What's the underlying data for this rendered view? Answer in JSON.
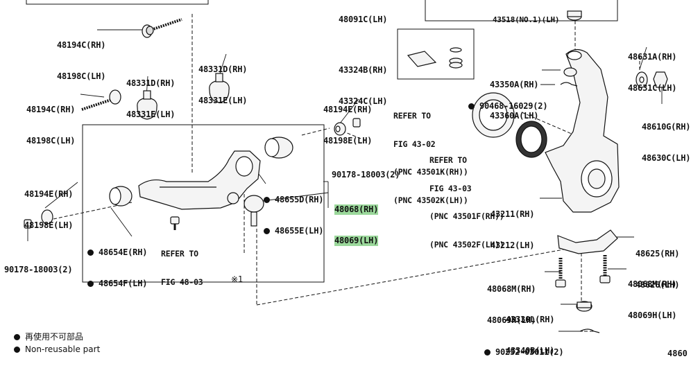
{
  "labels": {
    "l48194c": [
      "48194C(RH)",
      "48198C(LH)"
    ],
    "l48331d_top": [
      "48331D(RH)",
      "48331E(LH)"
    ],
    "l48331d_mid": [
      "48331D(RH)",
      "48331E(LH)"
    ],
    "l48194c_b": [
      "48194C(RH)",
      "48198C(LH)"
    ],
    "l43324b": [
      "43324B(RH)",
      "43324C(LH)"
    ],
    "l48194e_r": [
      "48194E(RH)",
      "48198E(LH)"
    ],
    "l90178_r": "90178-18003(2)",
    "l48194e_l": [
      "48194E(RH)",
      "48198E(LH)"
    ],
    "l48655d": [
      "48655D(RH)",
      "48655E(LH)"
    ],
    "l48068": [
      "48068(RH)",
      "48069(LH)"
    ],
    "l48654e": [
      "48654E(RH)",
      "48654F(LH)"
    ],
    "l90178_l": "90178-18003(2)",
    "ref_48": [
      "REFER TO",
      "FIG 48-03"
    ],
    "note_x1": "※1",
    "ref_43_02": [
      "REFER TO",
      "FIG 43-02",
      "(PNC 43501K(RH))",
      "(PNC 43502K(LH))"
    ],
    "ref_43_03": [
      "REFER TO",
      "FIG 43-03",
      "(PNC 43501F(RH))",
      "(PNC 43502F(LH))"
    ],
    "l43350a": [
      "43350A(RH)",
      "43360A(LH)"
    ],
    "l90468": "90468-16029(2)",
    "l48631a": [
      "48631A(RH)",
      "48631C(LH)"
    ],
    "l48610g": [
      "48610G(RH)",
      "48630C(LH)"
    ],
    "l43211": [
      "43211(RH)",
      "43212(LH)"
    ],
    "l48625": [
      "48625(RH)",
      "48626(LH)"
    ],
    "l48068m_l": [
      "48068M(RH)",
      "48069H(LH)"
    ],
    "l48068m_r": [
      "48068M(RH)",
      "48069H(LH)"
    ],
    "l43330l": [
      "43330L(RH)",
      "43340B(LH)"
    ],
    "l90252": "90252-03011(2)",
    "top_partial_a": "48091C(LH)",
    "top_partial_b": "43518(NO.1)(LH)",
    "fig_no": "4860"
  },
  "legend": {
    "line1": "再使用不可部品",
    "line2": "Non-reusable part"
  },
  "colors": {
    "ink": "#111111",
    "highlight": "#9bd89b",
    "part_fill": "#f4f4f4"
  }
}
